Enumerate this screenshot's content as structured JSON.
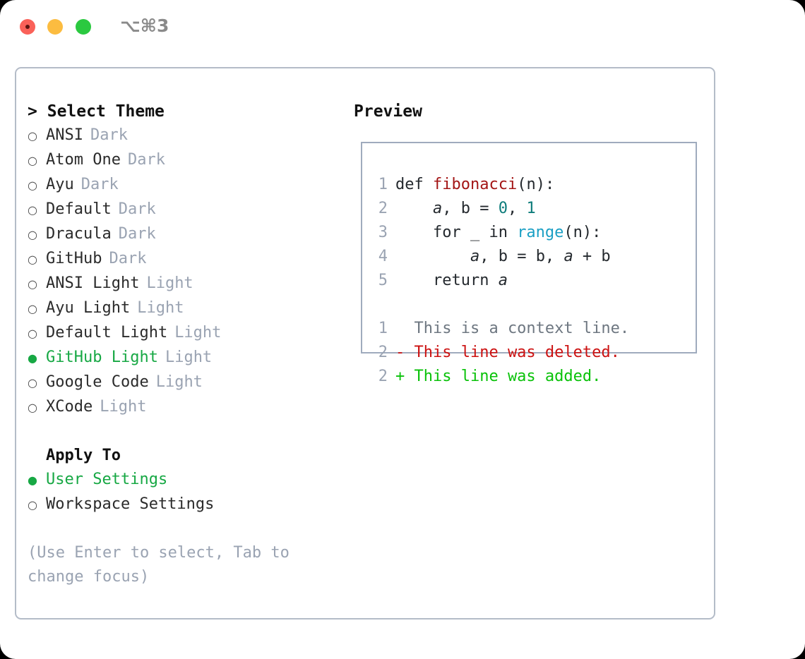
{
  "window": {
    "title": "⌥⌘3",
    "traffic_lights": [
      "close",
      "minimize",
      "maximize"
    ]
  },
  "theme_panel": {
    "heading": "Select Theme",
    "caret": ">",
    "bullet_empty": "○",
    "bullet_filled": "●",
    "items": [
      {
        "label": "ANSI",
        "tag": "Dark",
        "selected": false
      },
      {
        "label": "Atom One",
        "tag": "Dark",
        "selected": false
      },
      {
        "label": "Ayu",
        "tag": "Dark",
        "selected": false
      },
      {
        "label": "Default",
        "tag": "Dark",
        "selected": false
      },
      {
        "label": "Dracula",
        "tag": "Dark",
        "selected": false
      },
      {
        "label": "GitHub",
        "tag": "Dark",
        "selected": false
      },
      {
        "label": "ANSI Light",
        "tag": "Light",
        "selected": false
      },
      {
        "label": "Ayu Light",
        "tag": "Light",
        "selected": false
      },
      {
        "label": "Default Light",
        "tag": "Light",
        "selected": false
      },
      {
        "label": "GitHub Light",
        "tag": "Light",
        "selected": true
      },
      {
        "label": "Google Code",
        "tag": "Light",
        "selected": false
      },
      {
        "label": "XCode",
        "tag": "Light",
        "selected": false
      }
    ]
  },
  "apply_to": {
    "heading": "Apply To",
    "options": [
      {
        "label": "User Settings",
        "selected": true
      },
      {
        "label": "Workspace Settings",
        "selected": false
      }
    ]
  },
  "hint": "(Use Enter to select, Tab to change focus)",
  "preview": {
    "heading": "Preview",
    "code_lines": [
      {
        "no": "1",
        "tokens": [
          {
            "t": "def ",
            "c": "plain"
          },
          {
            "t": "fibonacci",
            "c": "fn"
          },
          {
            "t": "(n):",
            "c": "plain"
          }
        ]
      },
      {
        "no": "2",
        "tokens": [
          {
            "t": "    ",
            "c": "plain"
          },
          {
            "t": "a",
            "c": "var"
          },
          {
            "t": ", ",
            "c": "plain"
          },
          {
            "t": "b",
            "c": "plain"
          },
          {
            "t": " = ",
            "c": "plain"
          },
          {
            "t": "0",
            "c": "num"
          },
          {
            "t": ", ",
            "c": "plain"
          },
          {
            "t": "1",
            "c": "num"
          }
        ]
      },
      {
        "no": "3",
        "tokens": [
          {
            "t": "    for _ in ",
            "c": "plain"
          },
          {
            "t": "range",
            "c": "call"
          },
          {
            "t": "(n):",
            "c": "plain"
          }
        ]
      },
      {
        "no": "4",
        "tokens": [
          {
            "t": "        ",
            "c": "plain"
          },
          {
            "t": "a",
            "c": "var"
          },
          {
            "t": ", b = b, ",
            "c": "plain"
          },
          {
            "t": "a",
            "c": "var"
          },
          {
            "t": " + b",
            "c": "plain"
          }
        ]
      },
      {
        "no": "5",
        "tokens": [
          {
            "t": "    return ",
            "c": "plain"
          },
          {
            "t": "a",
            "c": "var"
          }
        ]
      }
    ],
    "diff_lines": [
      {
        "no": "1",
        "marker": "  ",
        "text": "This is a context line.",
        "kind": "ctx"
      },
      {
        "no": "2",
        "marker": "- ",
        "text": "This line was deleted.",
        "kind": "del"
      },
      {
        "no": "2",
        "marker": "+ ",
        "text": "This line was added.",
        "kind": "add"
      }
    ]
  },
  "colors": {
    "selected_green": "#17a844",
    "muted": "#9aa3b2",
    "border": "#b4bcc8",
    "code_border": "#9fabbd",
    "fn_red": "#a31515",
    "num_teal": "#0e7c7b",
    "call_cyan": "#1a9fc4",
    "diff_del_red": "#cc1111",
    "diff_add_green": "#0ac20a",
    "diff_ctx_gray": "#6e7781"
  }
}
